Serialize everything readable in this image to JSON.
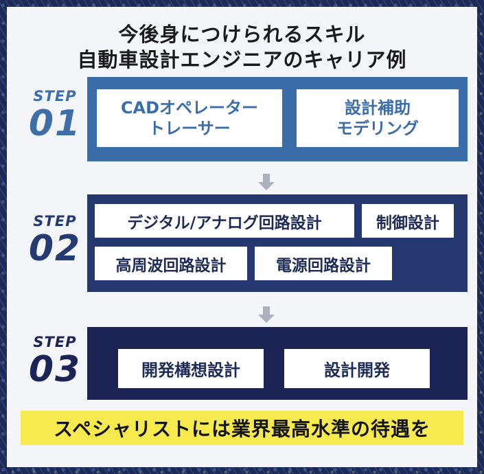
{
  "title": {
    "line1": "今後身につけられるスキル",
    "line2": "自動車設計エンジニアのキャリア例"
  },
  "steps": [
    {
      "word": "STEP",
      "number": "01",
      "boxes": [
        "CADオペレーター\nトレーサー",
        "設計補助\nモデリング"
      ]
    },
    {
      "word": "STEP",
      "number": "02",
      "boxes": [
        "デジタル/アナログ回路設計",
        "制御設計",
        "高周波回路設計",
        "電源回路設計"
      ]
    },
    {
      "word": "STEP",
      "number": "03",
      "boxes": [
        "開発構想設計",
        "設計開発"
      ]
    }
  ],
  "banner": "スペシャリストには業界最高水準の待遇を",
  "colors": {
    "step1": "#3b6ea8",
    "step2": "#24386f",
    "step3": "#1c2456",
    "banner": "#f6ea4e",
    "arrow": "#aab0bd"
  }
}
